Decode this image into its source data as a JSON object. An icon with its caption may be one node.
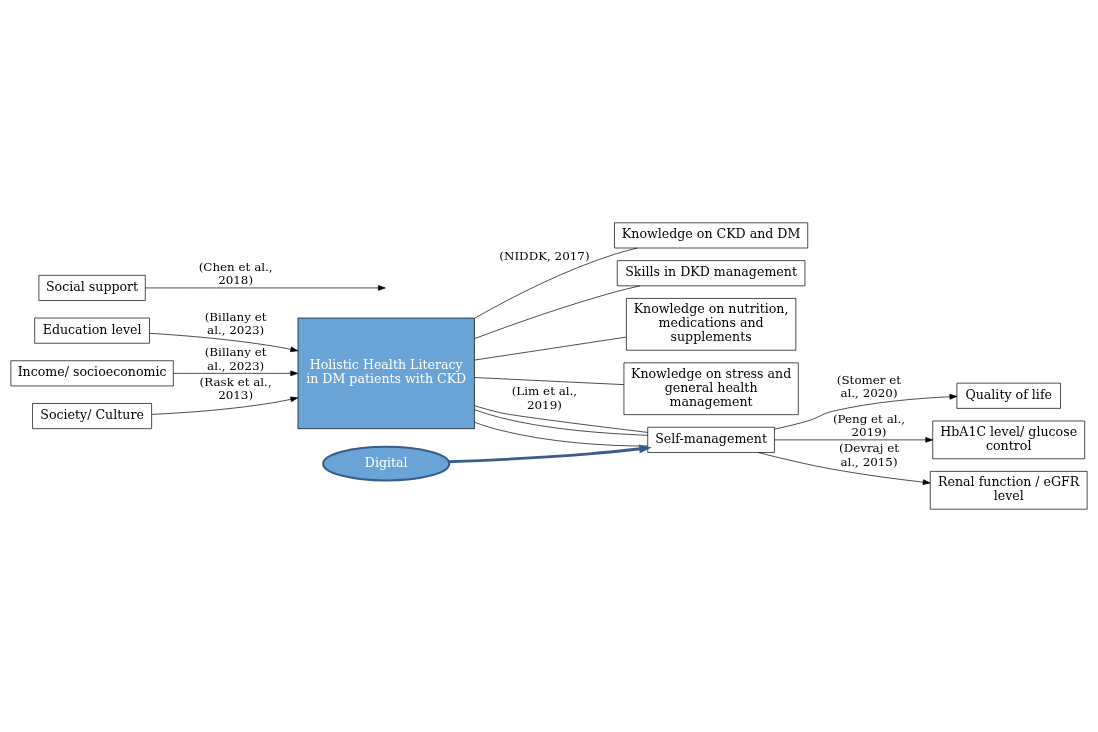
{
  "diagram": {
    "nodes": [
      {
        "text": [
          "Education level"
        ]
      },
      {
        "text": [
          "Income/ socioeconomic"
        ]
      },
      {
        "text": [
          "Society/ Culture"
        ]
      },
      {
        "text": [
          "Holistic Health Literacy in DM patients with CKD"
        ]
      },
      {
        "text": [
          "Knowledge on CKD and DM"
        ]
      },
      {
        "text": [
          "Skills in DKD management"
        ]
      },
      {
        "text": [
          "Knowledge on nutrition, medications and supplements"
        ]
      },
      {
        "text": [
          "Knowledge on stress and general health management"
        ]
      },
      {
        "text": [
          "Digital"
        ]
      },
      {
        "text": [
          "Self-management"
        ]
      },
      {
        "text": [
          "Social support"
        ]
      },
      {
        "text": [
          "Quality of life"
        ]
      },
      {
        "text": [
          "HbA1C level/ glucose control"
        ]
      },
      {
        "text": [
          "Renal function / eGFR level"
        ]
      }
    ],
    "edges": [
      {
        "from": 0,
        "to": 3,
        "arrow": "to",
        "label": "(Billany et al., 2023)"
      },
      {
        "from": 1,
        "to": 3,
        "arrow": "to",
        "label": "(Billany et al., 2023)"
      },
      {
        "from": 2,
        "to": 3,
        "arrow": "to",
        "label": "(Rask et al., 2013)"
      },
      {
        "from": 3,
        "to": 4,
        "arrow": "none",
        "label": "(NIDDK, 2017)"
      },
      {
        "from": 3,
        "to": 5,
        "arrow": "none"
      },
      {
        "from": 3,
        "to": 6,
        "arrow": "none"
      },
      {
        "from": 3,
        "to": 7,
        "arrow": "none"
      },
      {
        "from": 3,
        "to": 9,
        "arrow": "none",
        "label": "(Lim et al., 2019)"
      },
      {
        "from": 3,
        "to": 9,
        "arrow": "none"
      },
      {
        "from": 3,
        "to": 9,
        "arrow": "none"
      },
      {
        "from": 8,
        "to": 9,
        "arrow": "to",
        "style": "thick",
        "color": "#385d8a"
      },
      {
        "from": 10,
        "to": null,
        "arrow": "to",
        "label": "(Chen et al., 2018)"
      },
      {
        "from": 9,
        "to": 11,
        "arrow": "to",
        "label": "(Stomer et al., 2020)"
      },
      {
        "from": 9,
        "to": 12,
        "arrow": "to",
        "label": "(Peng et al., 2019)"
      },
      {
        "from": 9,
        "to": 13,
        "arrow": "to",
        "label": "(Devraj et al., 2015)"
      }
    ]
  }
}
